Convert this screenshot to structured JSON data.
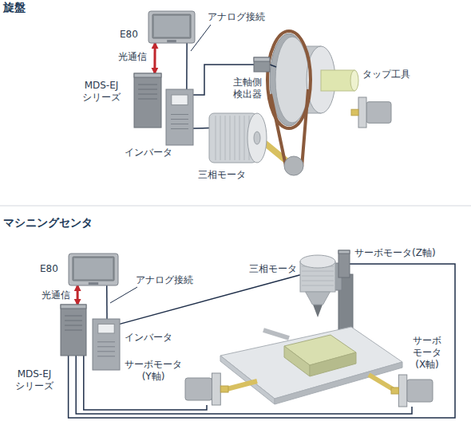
{
  "diagram": {
    "nodes": [
      {
        "text": [
          "旋盤"
        ]
      },
      {
        "text": [
          "E80"
        ],
        "in": 0
      },
      {
        "text": [
          "MDS-EJ シリーズ"
        ],
        "in": 0
      },
      {
        "text": [
          "インバータ"
        ],
        "in": 0
      },
      {
        "text": [
          "主軸側 検出器"
        ],
        "in": 0
      },
      {
        "text": [
          "三相モータ"
        ],
        "in": 0
      },
      {
        "text": [
          "タップ工具"
        ],
        "in": 0
      },
      {
        "text": [
          "マシニングセンタ"
        ]
      },
      {
        "text": [
          "E80"
        ],
        "in": 7
      },
      {
        "text": [
          "MDS-EJ シリーズ"
        ],
        "in": 7
      },
      {
        "text": [
          "インバータ"
        ],
        "in": 7
      },
      {
        "text": [
          "三相モータ"
        ],
        "in": 7
      },
      {
        "text": [
          "サーボモータ(Z軸)"
        ],
        "in": 7
      },
      {
        "text": [
          "サーボ モータ (X軸)"
        ],
        "in": 7
      },
      {
        "text": [
          "サーボモータ (Y軸)"
        ],
        "in": 7
      }
    ],
    "edges": [
      {
        "from": 1,
        "to": 2,
        "arrow": "both",
        "label": "光通信"
      },
      {
        "from": 1,
        "to": 3,
        "arrow": "none",
        "label": "アナログ接続"
      },
      {
        "from": 3,
        "to": 4,
        "arrow": "none"
      },
      {
        "from": 3,
        "to": 5,
        "arrow": "none"
      },
      {
        "from": 8,
        "to": 9,
        "arrow": "both",
        "label": "光通信"
      },
      {
        "from": 8,
        "to": 10,
        "arrow": "none",
        "label": "アナログ接続"
      },
      {
        "from": 10,
        "to": 11,
        "arrow": "none"
      },
      {
        "from": 9,
        "to": 14,
        "arrow": "none"
      },
      {
        "from": 9,
        "to": 13,
        "arrow": "none"
      },
      {
        "from": 9,
        "to": 12,
        "arrow": "none"
      }
    ]
  }
}
